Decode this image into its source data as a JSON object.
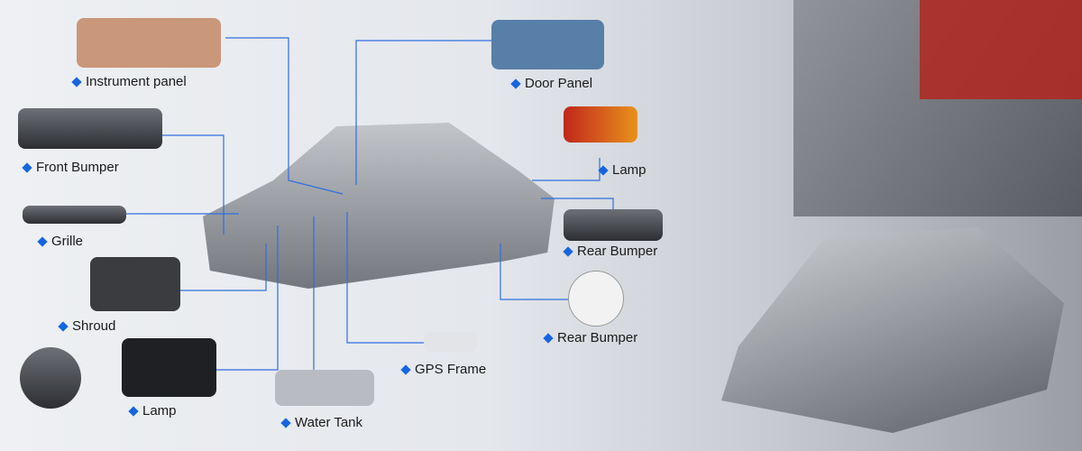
{
  "colors": {
    "accent": "#1565e0",
    "line": "#2f6fe0"
  },
  "labels": {
    "instrument_panel": "Instrument panel",
    "front_bumper": "Front Bumper",
    "grille": "Grille",
    "shroud": "Shroud",
    "lamp_left": "Lamp",
    "water_tank": "Water Tank",
    "gps_frame": "GPS Frame",
    "door_panel": "Door Panel",
    "lamp_right": "Lamp",
    "rear_bumper_1": "Rear Bumper",
    "rear_bumper_2": "Rear Bumper"
  }
}
